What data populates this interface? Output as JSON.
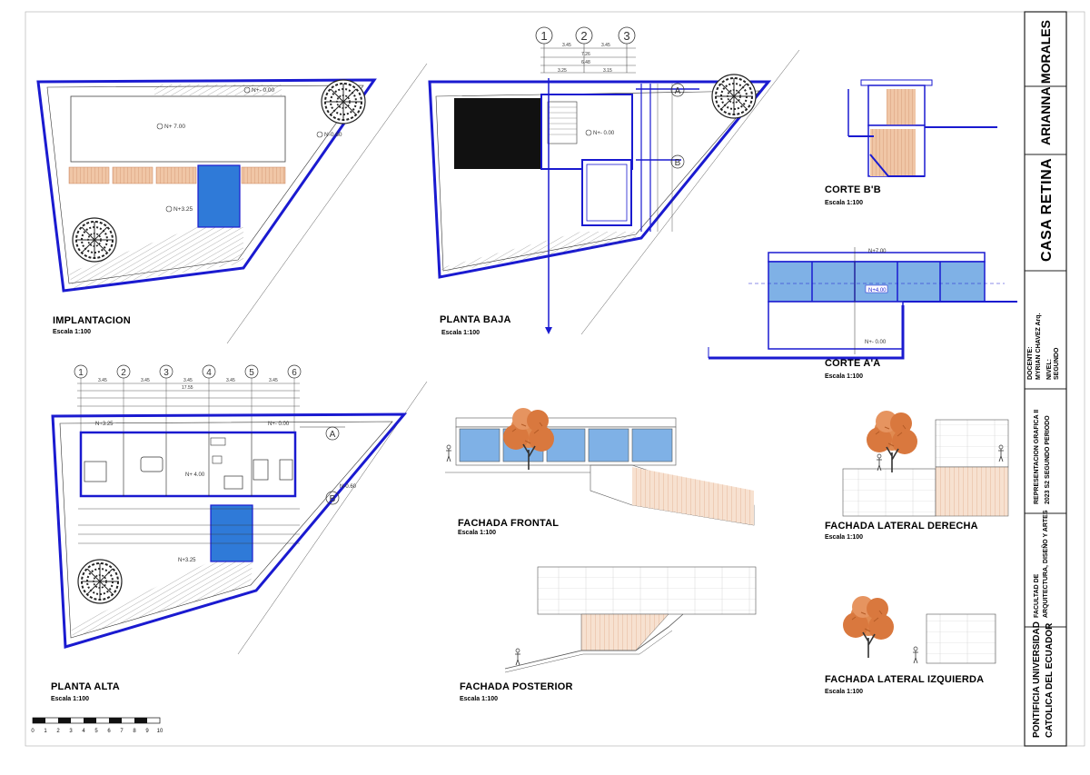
{
  "drawings": {
    "implantacion": {
      "title": "IMPLANTACION",
      "scale": "Escala 1:100",
      "levels": [
        "N+- 0.00",
        "N+ 7.00",
        "N-0.60",
        "N+3.25"
      ]
    },
    "planta_baja": {
      "title": "PLANTA BAJA",
      "scale": "Escala 1:100",
      "level": "N+- 0.00",
      "axes": [
        "1",
        "2",
        "3"
      ],
      "axis_letters": [
        "A",
        "B"
      ],
      "dims": [
        "3.45",
        "3.45",
        "7.26",
        "6.48",
        "3.25",
        "3.15"
      ]
    },
    "planta_alta": {
      "title": "PLANTA ALTA",
      "scale": "Escala 1:100",
      "levels": [
        "N+3.25",
        "N+- 0.00",
        "N+ 4.00",
        "N-0.60",
        "N+3.25"
      ],
      "axes": [
        "1",
        "2",
        "3",
        "4",
        "5",
        "6"
      ],
      "axis_letters": [
        "A",
        "B"
      ],
      "dims_top": [
        "3.45",
        "3.45",
        "3.45",
        "3.45",
        "3.45"
      ],
      "total": "17.55"
    },
    "corte_bb": {
      "title": "CORTE B'B",
      "scale": "Escala 1:100"
    },
    "corte_aa": {
      "title": "CORTE A'A",
      "scale": "Escala 1:100",
      "levels": [
        "N+7.00",
        "N+4.00",
        "N+- 0.00"
      ]
    },
    "fachada_frontal": {
      "title": "FACHADA FRONTAL",
      "scale": "Escala 1:100"
    },
    "fachada_posterior": {
      "title": "FACHADA POSTERIOR",
      "scale": "Escala 1:100"
    },
    "fachada_lat_der": {
      "title": "FACHADA LATERAL DERECHA",
      "scale": "Escala 1:100"
    },
    "fachada_lat_izq": {
      "title": "FACHADA LATERAL IZQUIERDA",
      "scale": "Escala 1:100"
    }
  },
  "scale_bar": {
    "ticks": [
      "0",
      "1",
      "2",
      "3",
      "4",
      "5",
      "6",
      "7",
      "8",
      "9",
      "10"
    ]
  },
  "title_block": {
    "student": "ARIANNA MORALES",
    "project": "CASA RETINA",
    "teacher_label": "DOCENTE:",
    "teacher": "MYRIAN CHAVEZ Arq.",
    "level_label": "NIVEL:",
    "level": "SEGUNDO",
    "course": "REPRESENTACION GRAFICA II",
    "period": "2023 S2     SEGUNDO PERIODO",
    "faculty_1": "FACULTAD DE",
    "faculty_2": "ARQUITECTURA, DISEÑO Y ARTES",
    "university_1": "PONTIFICIA UNIVERSIDAD",
    "university_2": "CATOLICA DEL ECUADOR"
  },
  "colors": {
    "line": "#1a1ad0",
    "pool": "#2f7ad8",
    "glass": "#7fb1e6",
    "wood": "#e8b08e",
    "tree": "#d9783e",
    "dark": "#111111"
  }
}
